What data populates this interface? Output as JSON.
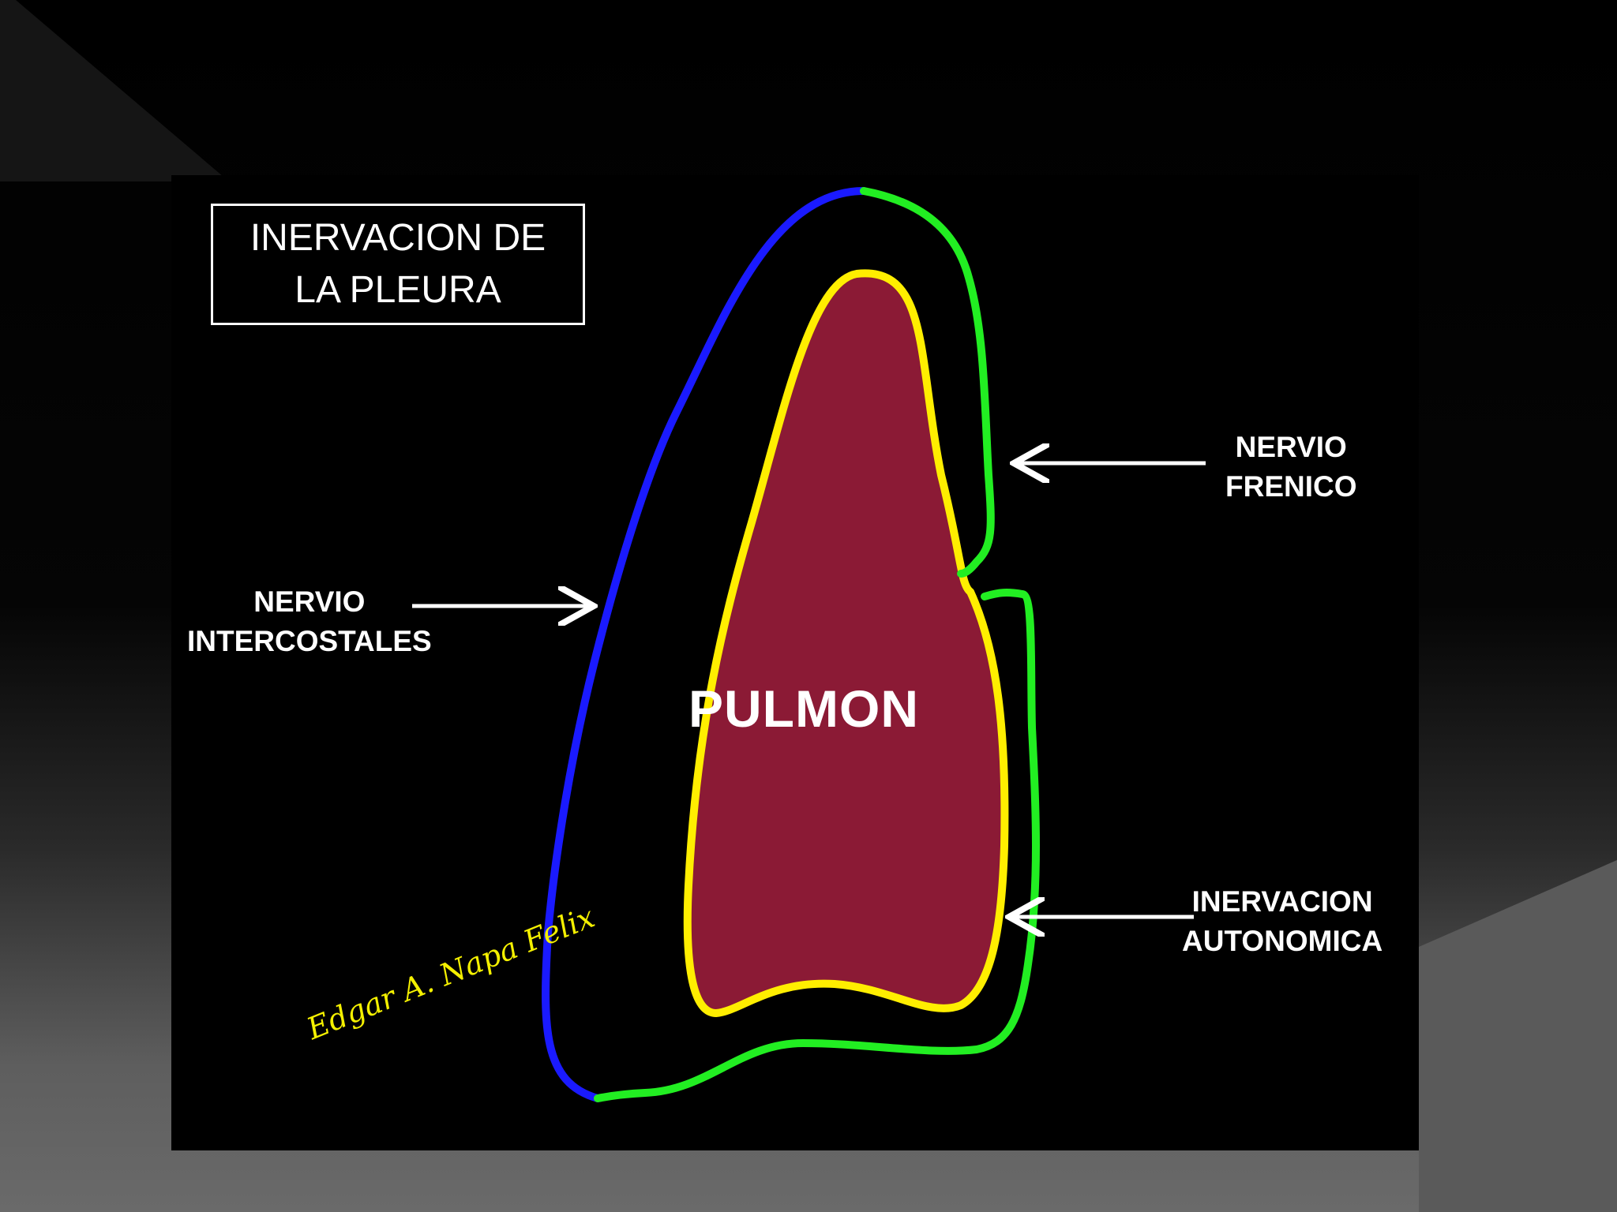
{
  "title": "INERVACION DE\nLA PLEURA",
  "organ_label": "PULMON",
  "labels": {
    "phrenic": "NERVIO\nFRENICO",
    "intercostal": "NERVIO\nINTERCOSTALES",
    "autonomic": "INERVACION\nAUTONOMICA"
  },
  "signature": "Edgar A. Napa Felix",
  "colors": {
    "background": "#000000",
    "lung_fill": "#8b1a35",
    "visceral_pleura": "#ffee00",
    "parietal_intercostal": "#1a1aff",
    "parietal_phrenic_autonomic": "#22ee22",
    "text": "#ffffff",
    "signature": "#f4f000"
  }
}
